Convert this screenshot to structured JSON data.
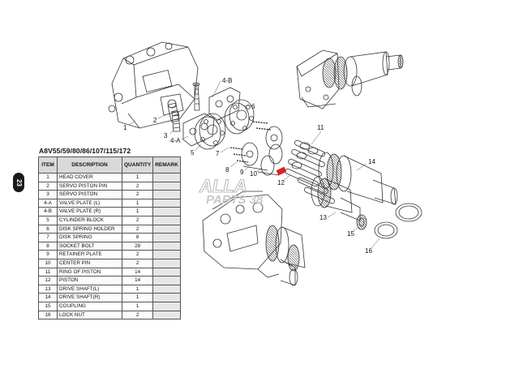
{
  "page_number": "23",
  "table": {
    "title": "A8V55/59/80/86/107/115/172",
    "headers": {
      "item": "ITEM",
      "description": "DESCRIPTION",
      "quantity": "QUANTITY",
      "remark": "REMARK"
    },
    "rows": [
      {
        "item": "1",
        "description": "HEAD COVER",
        "quantity": "1"
      },
      {
        "item": "2",
        "description": "SERVO PISTON PIN",
        "quantity": "2"
      },
      {
        "item": "3",
        "description": "SERVO PISTON",
        "quantity": "2"
      },
      {
        "item": "4-A",
        "description": "VALVE PLATE (L)",
        "quantity": "1"
      },
      {
        "item": "4-B",
        "description": "VALVE PLATE (R)",
        "quantity": "1"
      },
      {
        "item": "5",
        "description": "CYLINDER BLOCK",
        "quantity": "2"
      },
      {
        "item": "6",
        "description": "DISK SPRING HOLDER",
        "quantity": "2"
      },
      {
        "item": "7",
        "description": "DISK SPRING",
        "quantity": "8"
      },
      {
        "item": "8",
        "description": "SOCKET BOLT",
        "quantity": "28"
      },
      {
        "item": "9",
        "description": "RETAINER PLATE",
        "quantity": "2"
      },
      {
        "item": "10",
        "description": "CENTER PIN",
        "quantity": "2"
      },
      {
        "item": "11",
        "description": "RING OF PISTON",
        "quantity": "14"
      },
      {
        "item": "12",
        "description": "PISTON",
        "quantity": "14"
      },
      {
        "item": "13",
        "description": "DRIVE SHAFT(L)",
        "quantity": "1"
      },
      {
        "item": "14",
        "description": "DRIVE SHAFT(R)",
        "quantity": "1"
      },
      {
        "item": "15",
        "description": "COUPLING",
        "quantity": "1"
      },
      {
        "item": "16",
        "description": "LOCK NUT",
        "quantity": "2"
      }
    ]
  },
  "callouts": {
    "c1": "1",
    "c2": "2",
    "c3": "3",
    "c4a": "4-A",
    "c4b": "4-B",
    "c5": "5",
    "c6": "6",
    "c7": "7",
    "c8": "8",
    "c9": "9",
    "c10": "10",
    "c11": "11",
    "c12": "12",
    "c13": "13",
    "c14": "14",
    "c15": "15",
    "c16": "16"
  },
  "watermark": {
    "line1": "ALLA",
    "line2": "PARTS 38"
  },
  "colors": {
    "line": "#333333",
    "watermark": "#bfbfbf",
    "header_bg": "#d9d9d9",
    "accent_red": "#d8231f"
  }
}
